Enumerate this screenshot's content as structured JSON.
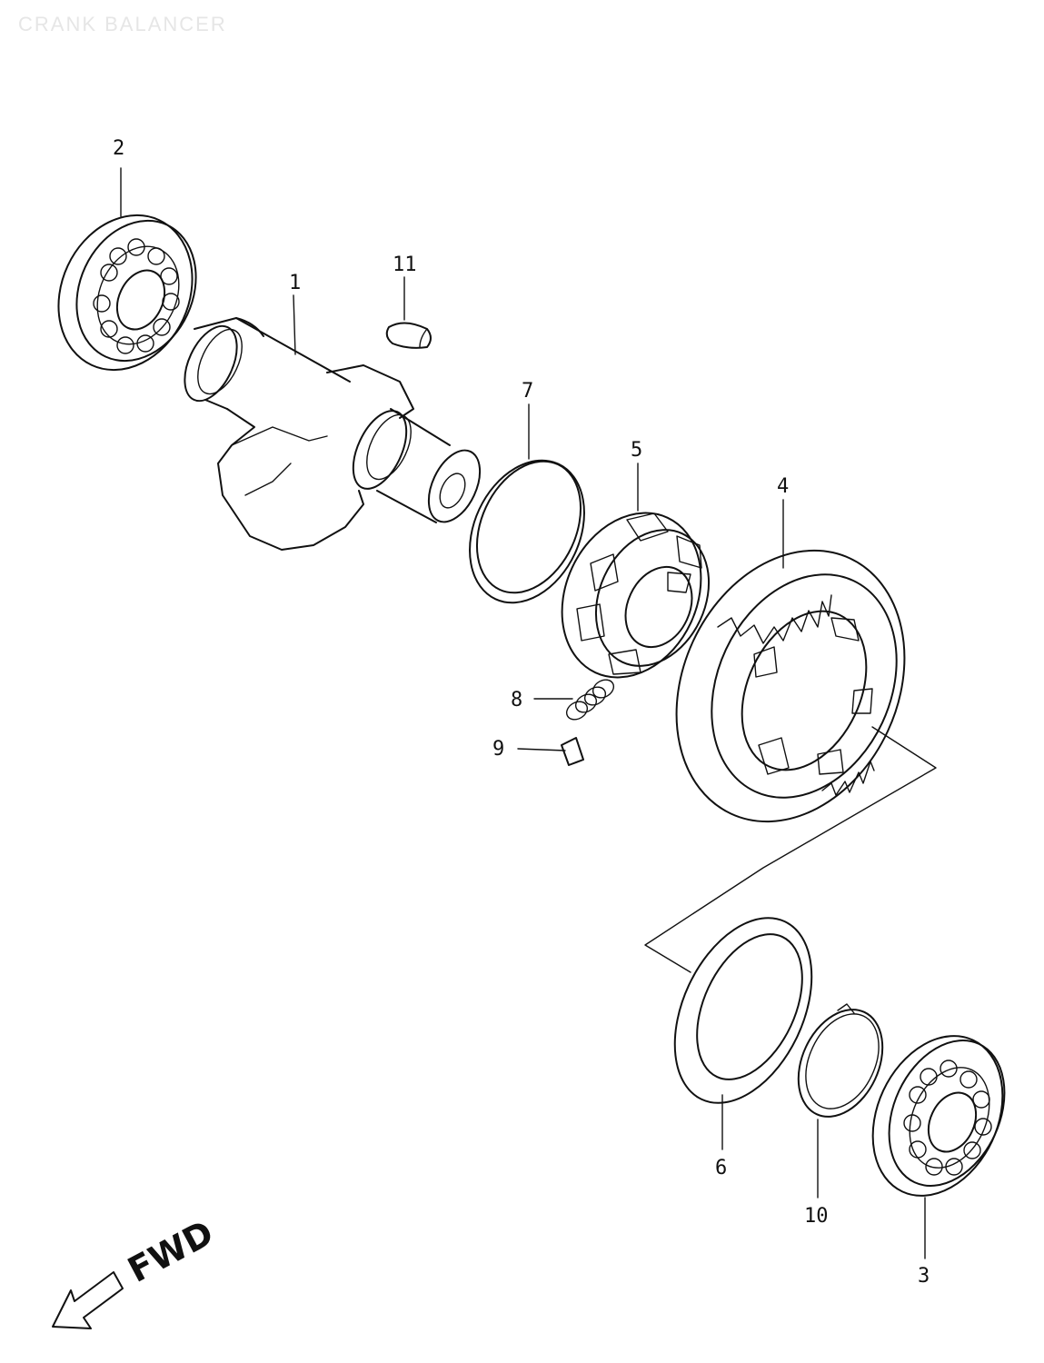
{
  "title": "CRANK BALANCER",
  "fwd_label": "FWD",
  "callouts": {
    "p1": "1",
    "p2": "2",
    "p3": "3",
    "p4": "4",
    "p5": "5",
    "p6": "6",
    "p7": "7",
    "p8": "8",
    "p9": "9",
    "p10": "10",
    "p11": "11"
  },
  "icons": {
    "fwd_arrow": "fwd-arrow-icon"
  }
}
